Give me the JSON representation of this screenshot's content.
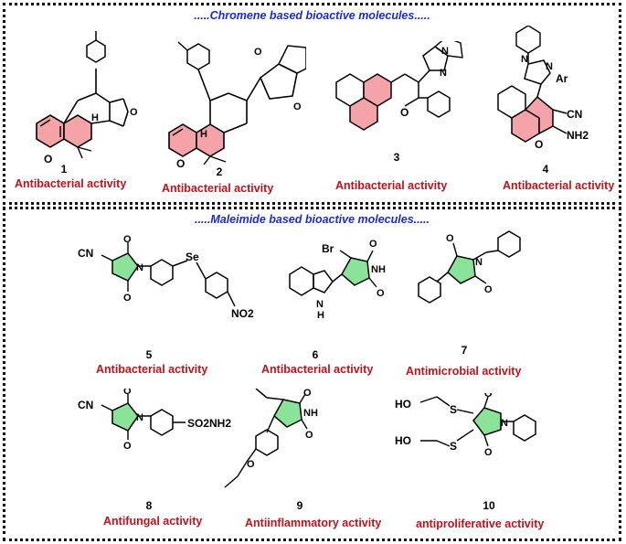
{
  "sections": [
    {
      "heading": ".....Chromene based bioactive molecules....."
    },
    {
      "heading": ".....Maleimide based bioactive molecules....."
    }
  ],
  "compounds": [
    {
      "number": "1",
      "activity": "Antibacterial activity"
    },
    {
      "number": "2",
      "activity": "Antibacterial activity"
    },
    {
      "number": "3",
      "activity": "Antibacterial activity"
    },
    {
      "number": "4",
      "activity": "Antibacterial activity"
    },
    {
      "number": "5",
      "activity": "Antibacterial activity"
    },
    {
      "number": "6",
      "activity": "Antibacterial activity"
    },
    {
      "number": "7",
      "activity": "Antimicrobial activity"
    },
    {
      "number": "8",
      "activity": "Antifungal activity"
    },
    {
      "number": "9",
      "activity": "Antiinflammatory activity"
    },
    {
      "number": "10",
      "activity": "antiproliferative activity"
    }
  ],
  "atom_labels": {
    "o": "O",
    "h": "H",
    "nh": "NH",
    "n": "N",
    "cn": "CN",
    "nh2": "NH2",
    "ar": "Ar",
    "br": "Br",
    "se": "Se",
    "no2": "NO2",
    "so2nh2": "SO2NH2",
    "ho": "HO",
    "s": "S"
  },
  "colors": {
    "chromene_ring": "#f4a3a8",
    "maleimide_ring": "#8be39a",
    "activity_text": "#c0121b",
    "heading_text": "#1a2bd6"
  }
}
